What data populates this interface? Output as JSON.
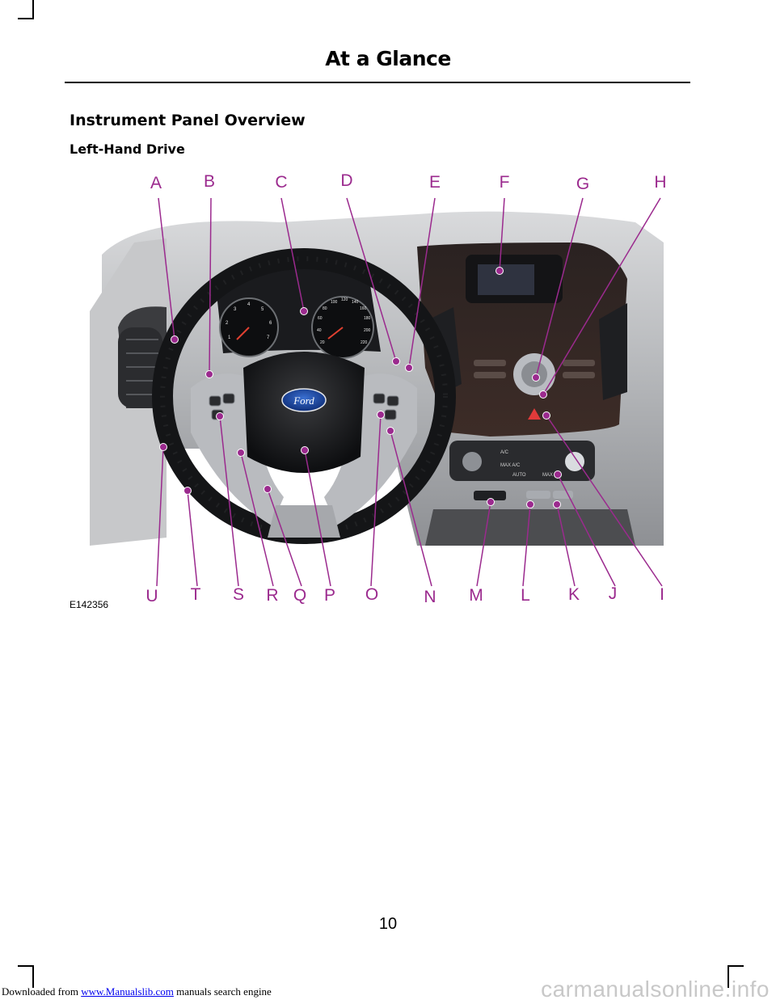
{
  "footer": {
    "prefix": "Downloaded from ",
    "link": "www.Manualslib.com",
    "suffix": " manuals search engine"
  },
  "watermark": "carmanualsonline.info",
  "header": {
    "title": "At a Glance"
  },
  "section": {
    "title": "Instrument Panel Overview",
    "subtitle": "Left-Hand Drive"
  },
  "figure": {
    "image_code": "E142356",
    "logo": "Ford",
    "top_labels": [
      "A",
      "B",
      "C",
      "D",
      "E",
      "F",
      "G",
      "H"
    ],
    "bottom_labels": [
      "U",
      "T",
      "S",
      "R",
      "Q",
      "P",
      "O",
      "N",
      "M",
      "L",
      "K",
      "J",
      "I"
    ],
    "gauge_left": [
      "1",
      "2",
      "3",
      "4",
      "5",
      "6",
      "7"
    ],
    "gauge_right": [
      "20",
      "40",
      "60",
      "80",
      "100",
      "120",
      "140",
      "160",
      "180",
      "200",
      "220"
    ],
    "climate": [
      "A/C",
      "MAX A/C",
      "AUTO",
      "MAX"
    ],
    "callout_color": "#9b2a8e"
  },
  "page": {
    "number": "10"
  }
}
